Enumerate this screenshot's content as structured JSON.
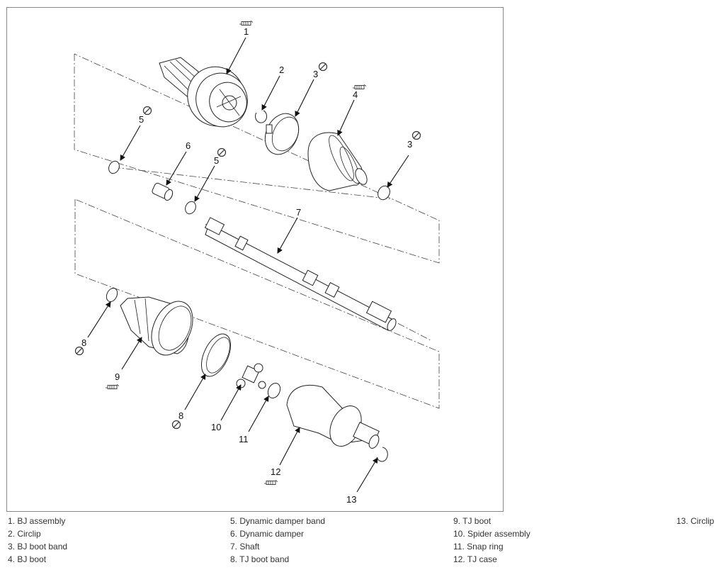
{
  "callouts": {
    "c1": "1",
    "c2": "2",
    "c3a": "3",
    "c4": "4",
    "c5a": "5",
    "c6": "6",
    "c5b": "5",
    "c3b": "3",
    "c7": "7",
    "c8a": "8",
    "c9": "9",
    "c8b": "8",
    "c10": "10",
    "c11": "11",
    "c12": "12",
    "c13": "13"
  },
  "legend": {
    "col1": [
      "1. BJ assembly",
      "2. Circlip",
      "3. BJ boot band",
      "4. BJ boot"
    ],
    "col2": [
      "5. Dynamic damper band",
      "6. Dynamic damper",
      "7. Shaft",
      "8. TJ boot band"
    ],
    "col3": [
      "9. TJ boot",
      "10. Spider assembly",
      "11. Snap ring",
      "12. TJ case"
    ],
    "col4": [
      "13. Circlip"
    ]
  },
  "icons": [
    "grease-icon",
    "do-not-reuse-icon"
  ]
}
